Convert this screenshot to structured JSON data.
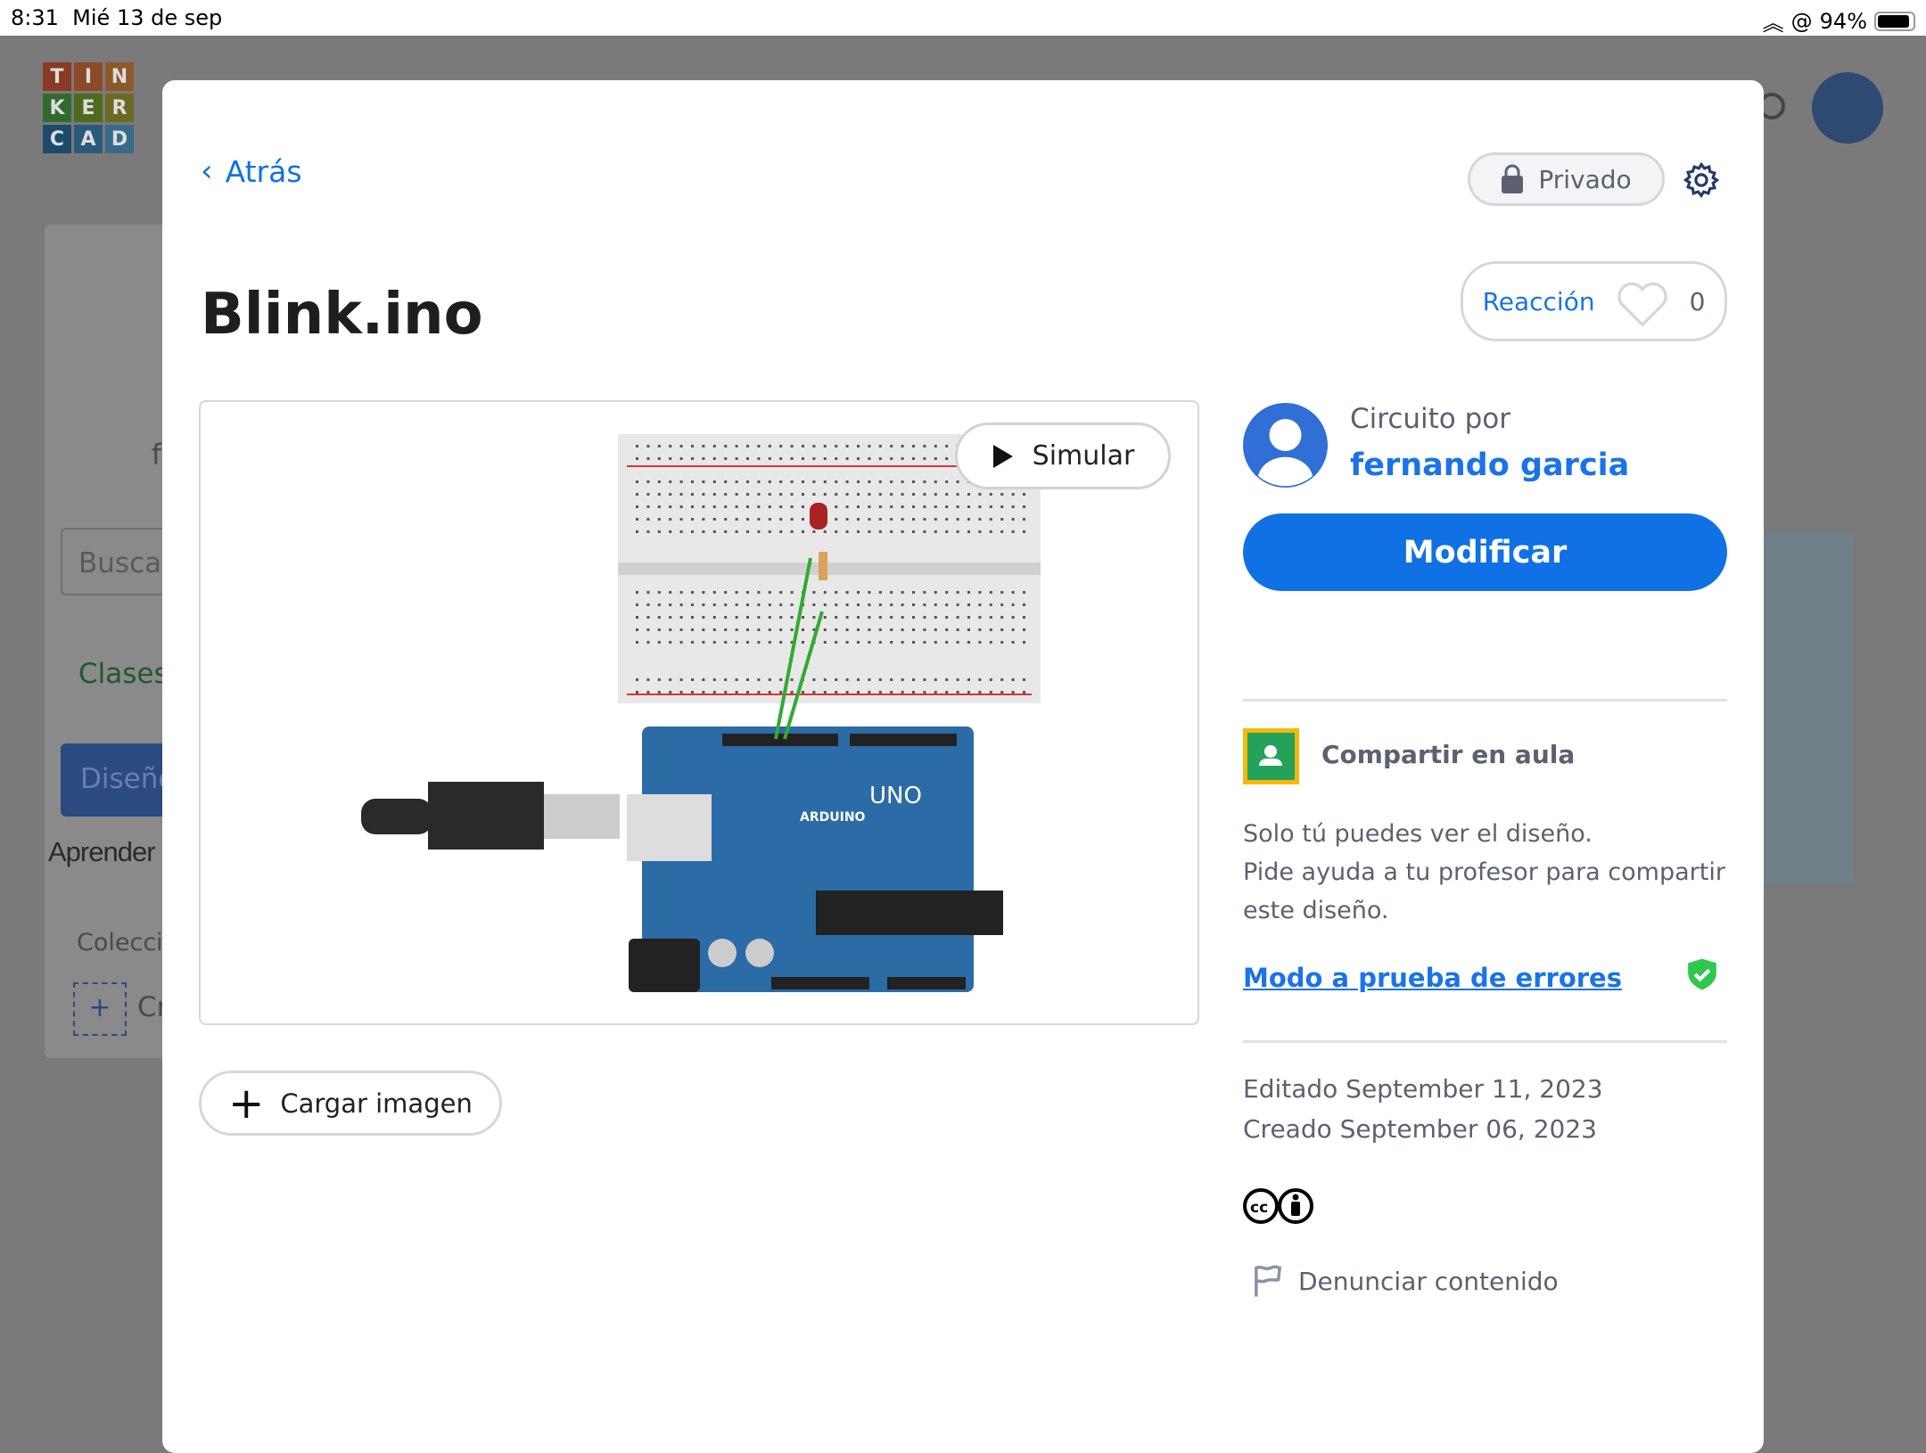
{
  "status_bar": {
    "time": "8:31",
    "date": "Mié 13 de sep",
    "battery": "94%"
  },
  "background": {
    "logo_letters": [
      "T",
      "I",
      "N",
      "K",
      "E",
      "R",
      "C",
      "A",
      "D"
    ],
    "sidebar": {
      "letter": "f",
      "search_placeholder": "Buscar",
      "classes": "Clases",
      "designs": "Diseño",
      "learn": "Aprender",
      "collections": "Colecci",
      "create": "Cr"
    }
  },
  "modal": {
    "back_label": "Atrás",
    "privacy_label": "Privado",
    "title": "Blink.ino",
    "reaction_label": "Reacción",
    "reaction_count": "0",
    "simulate_label": "Simular",
    "upload_image_label": "Cargar imagen",
    "author_prefix": "Circuito por",
    "author_name": "fernando garcia",
    "modify_label": "Modificar",
    "classroom_label": "Compartir en aula",
    "visibility_lines": [
      "Solo tú puedes ver el diseño.",
      "Pide ayuda a tu profesor para compartir",
      "este diseño."
    ],
    "safe_mode_link": "Modo a prueba de errores",
    "edited": "Editado September 11, 2023",
    "created": "Creado September 06, 2023",
    "report_label": "Denunciar contenido",
    "colors": {
      "accent": "#1071e5",
      "link": "#1a73e8",
      "safe": "#2dc84d"
    }
  }
}
